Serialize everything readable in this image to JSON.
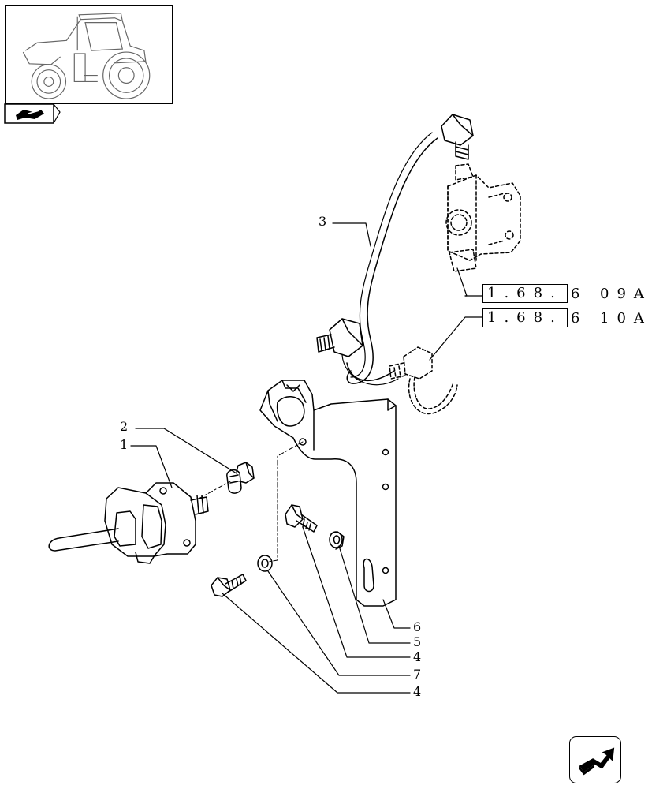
{
  "callouts": {
    "c1": "1",
    "c2": "2",
    "c3": "3",
    "c4a": "4",
    "c4b": "4",
    "c5": "5",
    "c6": "6",
    "c7": "7"
  },
  "refs": [
    {
      "boxed": "1.68.",
      "rest": "6 09A"
    },
    {
      "boxed": "1.68.",
      "rest": "6 10A"
    }
  ],
  "icons": {
    "thumbnail": "tractor-thumbnail",
    "tab": "book-tab-icon",
    "nav": "next-page-arrow-icon"
  }
}
